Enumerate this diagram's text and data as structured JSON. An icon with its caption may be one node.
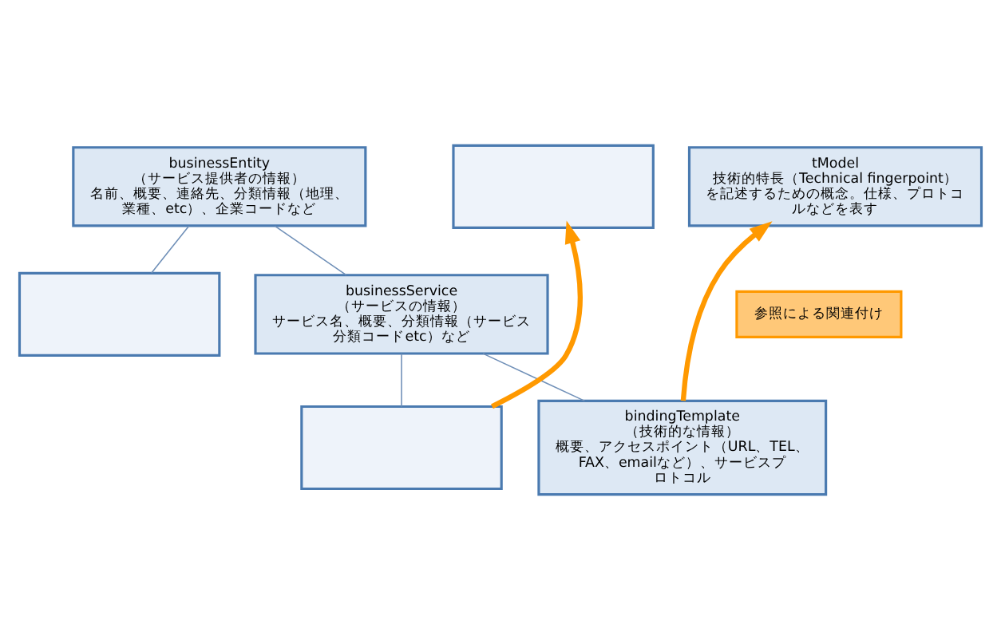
{
  "diagram": {
    "nodes": [
      {
        "text": [
          "businessEntity",
          "（サービス提供者の情報）",
          "名前、概要、連絡先、分類情報（地理、業種、etc）、企業コードなど"
        ]
      },
      {
        "text": [],
        "shape": "box"
      },
      {
        "text": [
          "businessService",
          "（サービスの情報）",
          "サービス名、概要、分類情報（サービス分類コードetc）など"
        ]
      },
      {
        "text": [],
        "shape": "box"
      },
      {
        "text": [
          "bindingTemplate",
          "（技術的な情報）",
          "概要、アクセスポイント（URL、TEL、FAX、emailなど）、サービスプロトコル"
        ]
      },
      {
        "text": [],
        "shape": "box"
      },
      {
        "text": [
          "tModel",
          "技術的特長（Technical fingerpoint）を記述するための概念。仕様、プロトコルなどを表す"
        ]
      },
      {
        "text": [
          "参照による関連付け"
        ]
      }
    ],
    "edges": [
      {
        "from": 0,
        "to": 1,
        "arrow": "none"
      },
      {
        "from": 0,
        "to": 2,
        "arrow": "none"
      },
      {
        "from": 2,
        "to": 3,
        "arrow": "none"
      },
      {
        "from": 2,
        "to": 4,
        "arrow": "none"
      },
      {
        "from": 3,
        "to": 5,
        "arrow": "to",
        "style": "thick",
        "color": "#ff9900"
      },
      {
        "from": 4,
        "to": 6,
        "arrow": "to",
        "style": "thick",
        "color": "#ff9900"
      }
    ]
  }
}
